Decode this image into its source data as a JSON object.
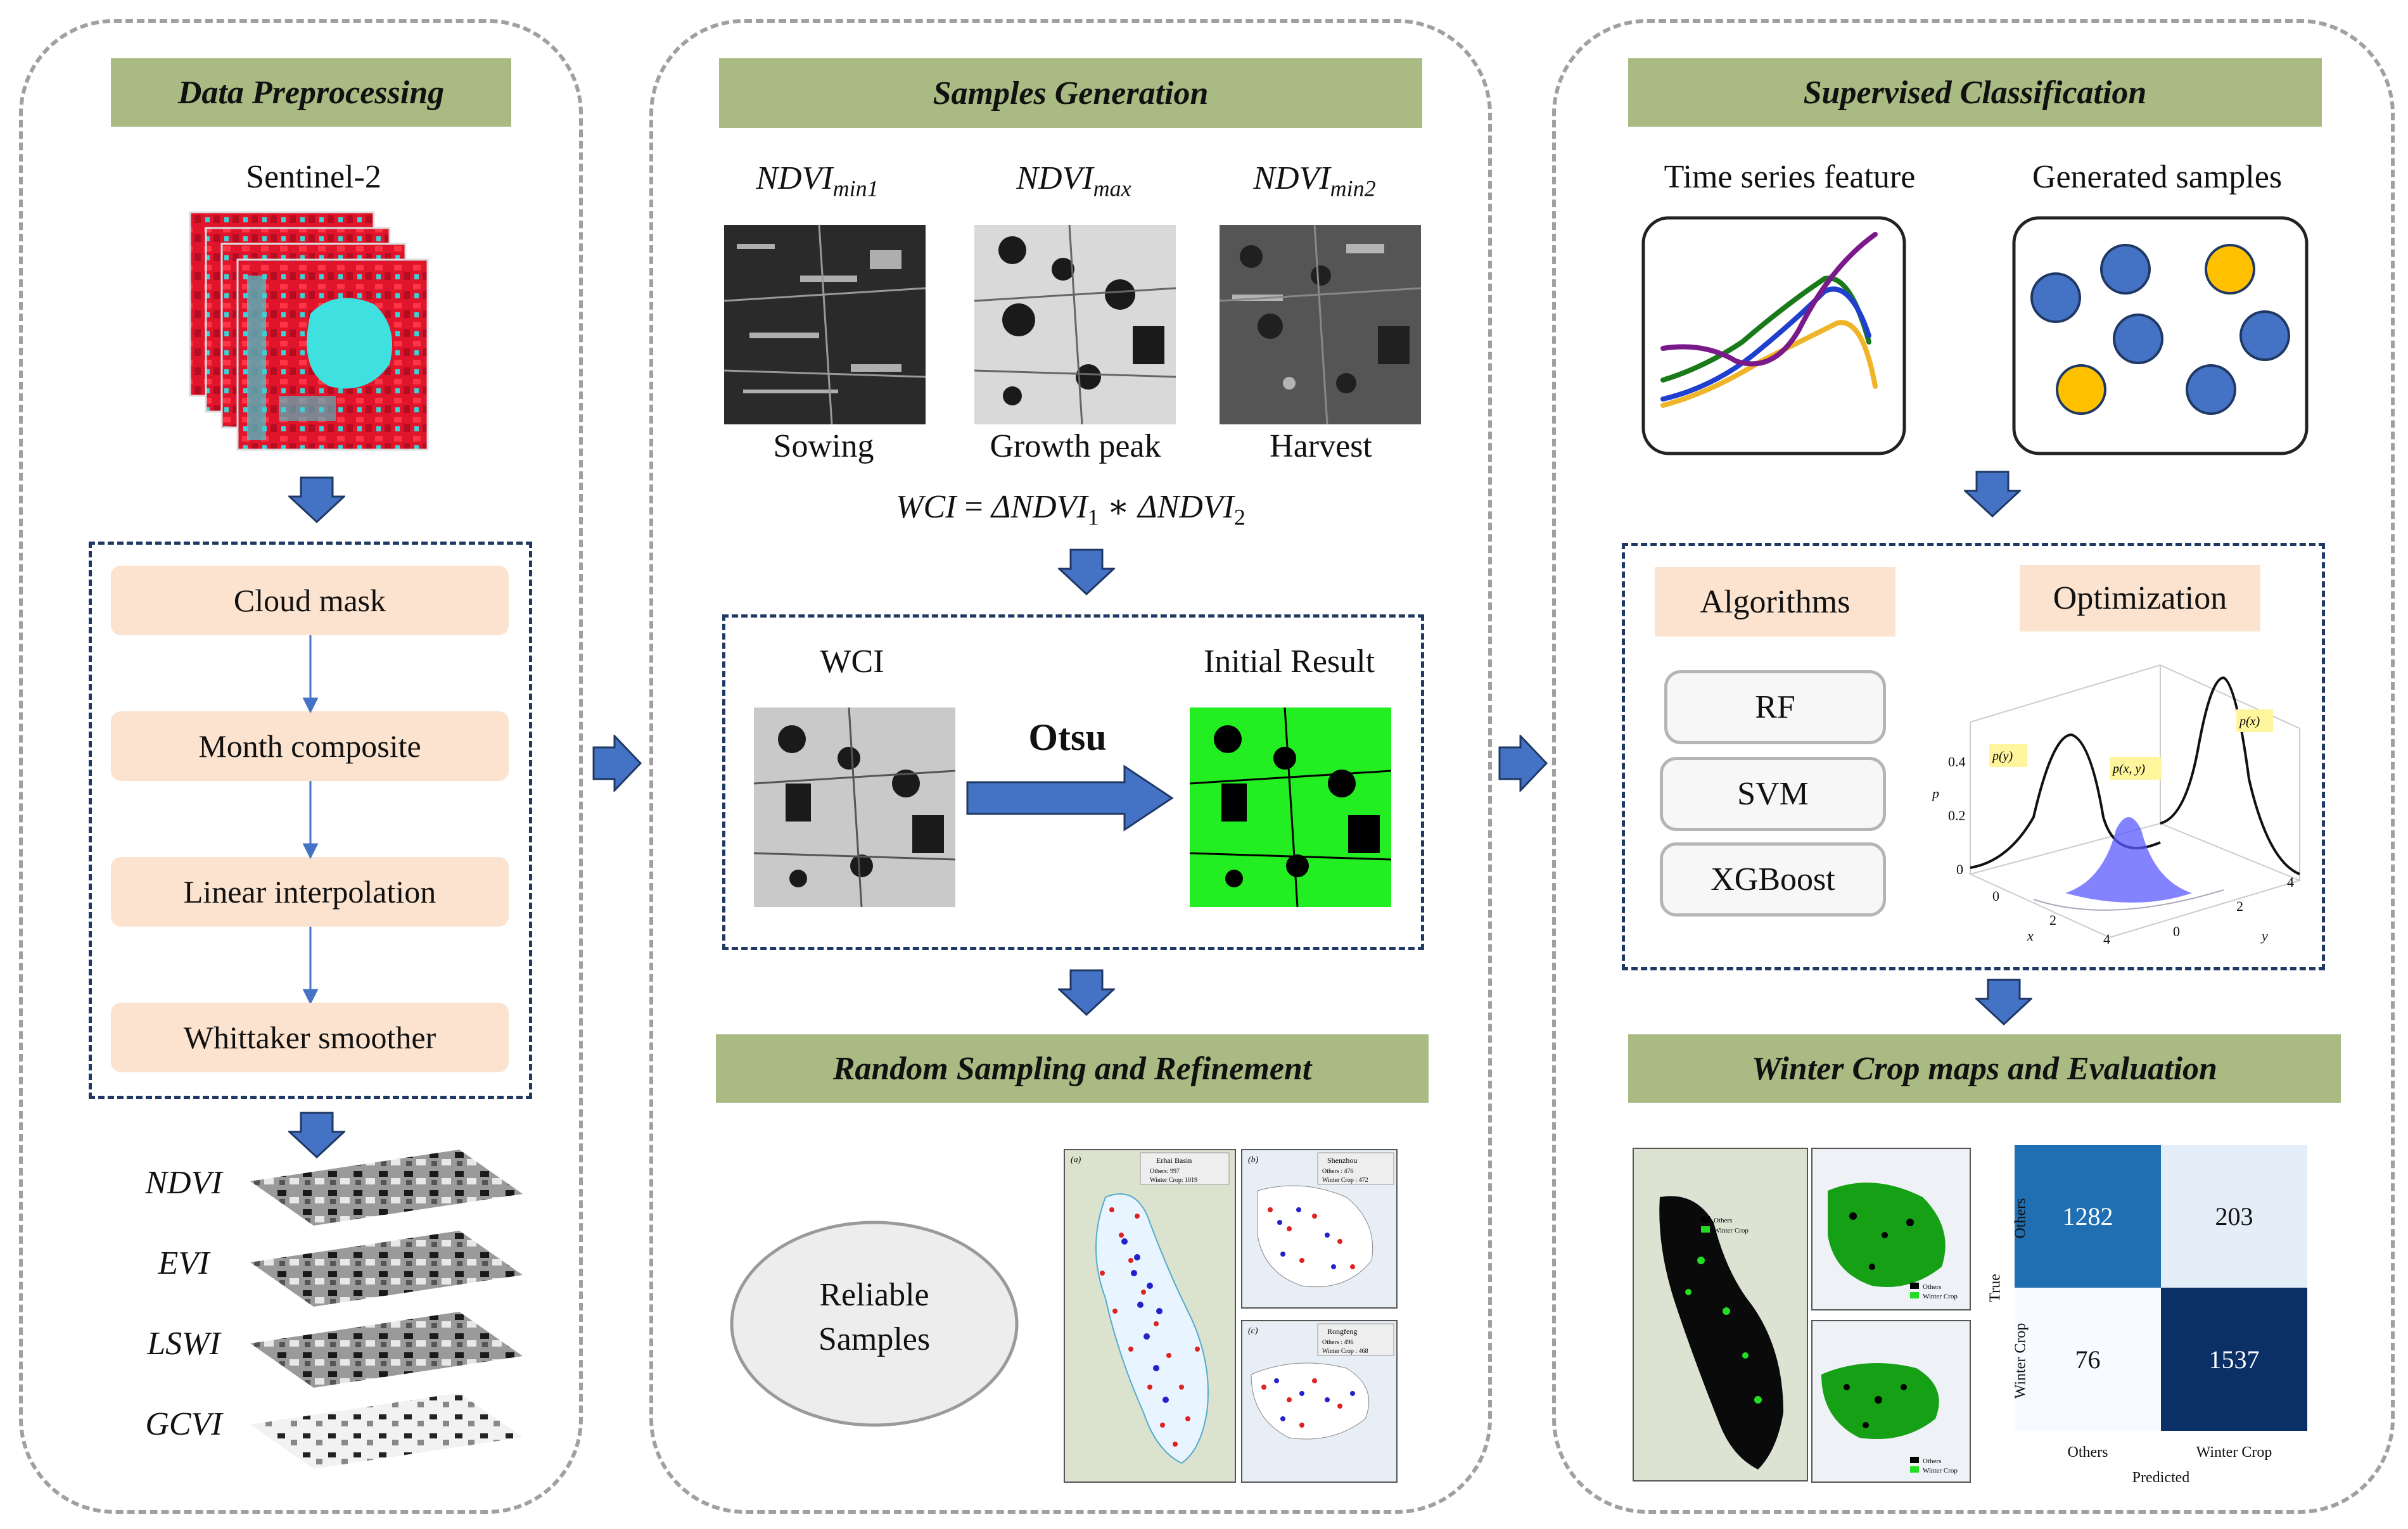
{
  "colors": {
    "header_bg": "#a9ba82",
    "step_bg": "#fbe3cf",
    "arrow": "#4472c4",
    "dash": "#1f3864",
    "panel_border": "#a0a0a0"
  },
  "col1": {
    "header": "Data Preprocessing",
    "source": "Sentinel-2",
    "steps": [
      "Cloud mask",
      "Month composite",
      "Linear interpolation",
      "Whittaker smoother"
    ],
    "indices": [
      "NDVI",
      "EVI",
      "LSWI",
      "GCVI"
    ]
  },
  "col2": {
    "header": "Samples Generation",
    "ndvi_labels": [
      {
        "base": "NDVI",
        "sub": "min1"
      },
      {
        "base": "NDVI",
        "sub": "max"
      },
      {
        "base": "NDVI",
        "sub": "min2"
      }
    ],
    "stages": [
      "Sowing",
      "Growth peak",
      "Harvest"
    ],
    "formula": {
      "lhs": "WCI",
      "eq": " = ",
      "t1": "ΔNDVI",
      "s1": "1",
      "op": " ∗ ",
      "t2": "ΔNDVI",
      "s2": "2"
    },
    "wci_label": "WCI",
    "otsu_label": "Otsu",
    "initial_label": "Initial Result",
    "refine_header": "Random Sampling and Refinement",
    "reliable_label": [
      "Reliable",
      "Samples"
    ],
    "map_panels": [
      {
        "tag": "(a)",
        "title": "Erhai Basin",
        "legend": [
          "Others: 997",
          "Winter Crop: 1019"
        ]
      },
      {
        "tag": "(b)",
        "title": "Shenzhou",
        "legend": [
          "Others : 476",
          "Winter Crop : 472"
        ]
      },
      {
        "tag": "(c)",
        "title": "Rongfeng",
        "legend": [
          "Others : 496",
          "Winter Crop : 468"
        ]
      }
    ]
  },
  "col3": {
    "header": "Supervised Classification",
    "ts_label": "Time series feature",
    "gs_label": "Generated samples",
    "algorithms_label": "Algorithms",
    "optimization_label": "Optimization",
    "algorithms": [
      "RF",
      "SVM",
      "XGBoost"
    ],
    "opt_plot": {
      "yticks": [
        "0.4",
        "0.2",
        "0"
      ],
      "xticks": [
        "0",
        "2",
        "4"
      ],
      "y2ticks": [
        "0",
        "2",
        "4"
      ],
      "xlabel": "x",
      "ylabel": "y",
      "zlabel": "p",
      "tags": [
        "p(y)",
        "p(x, y)",
        "p(x)"
      ]
    },
    "eval_header": "Winter Crop maps and Evaluation",
    "map_legend": [
      "Others",
      "Winter Crop"
    ],
    "confusion": {
      "cells": [
        [
          "1282",
          "203"
        ],
        [
          "76",
          "1537"
        ]
      ],
      "row_labels": [
        "Others",
        "Winter Crop"
      ],
      "col_labels": [
        "Others",
        "Winter Crop"
      ],
      "xlabel": "Predicted",
      "ylabel": "True"
    }
  }
}
